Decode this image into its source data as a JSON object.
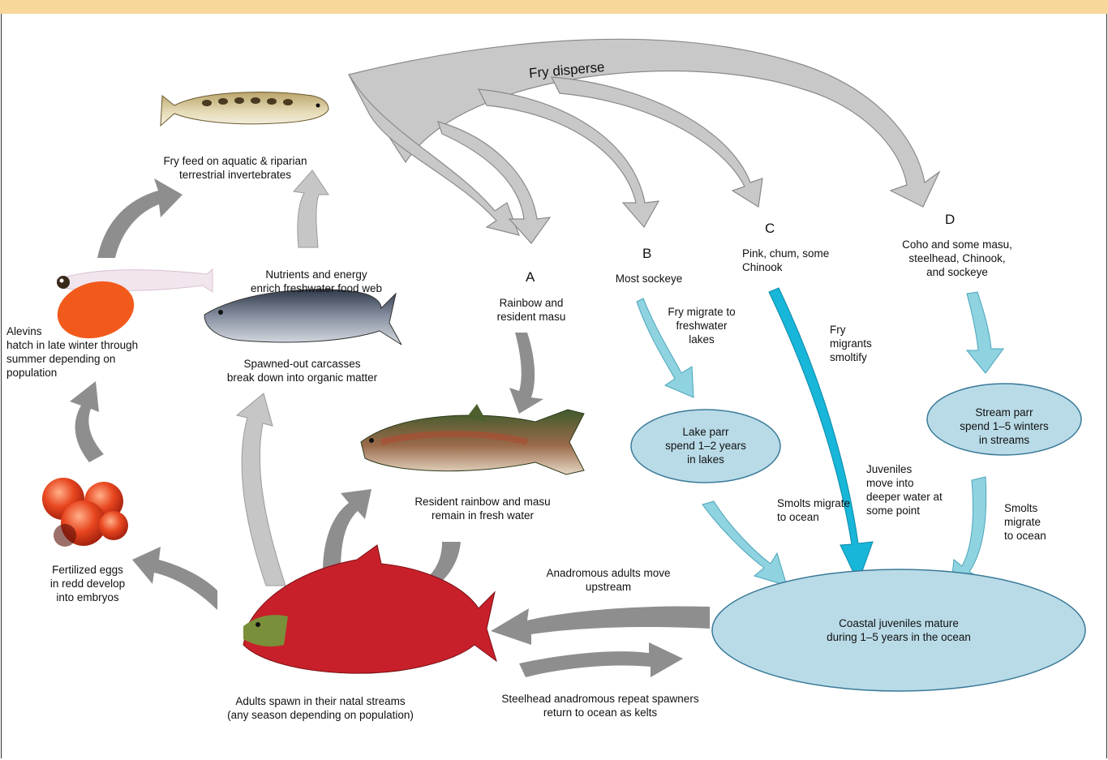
{
  "colors": {
    "top_band": "#f7d79a",
    "gray_arrow": "#a9a9a9",
    "light_gray_arrow": "#cfcfcf",
    "light_blue_arrow": "#8fd3e0",
    "bright_blue_arrow": "#18b6d8",
    "oval_fill": "#b9dbe7",
    "oval_stroke": "#3a7a98"
  },
  "labels": {
    "fry_disperse": "Fry disperse",
    "fry_feed": [
      "Fry feed on aquatic & riparian",
      "terrestrial invertebrates"
    ],
    "nutrients": [
      "Nutrients and energy",
      "enrich freshwater food web"
    ],
    "carcasses": [
      "Spawned-out carcasses",
      "break down into organic matter"
    ],
    "alevins": [
      "Alevins",
      "hatch in late winter through",
      "summer depending on",
      "population"
    ],
    "eggs": [
      "Fertilized eggs",
      "in redd develop",
      "into embryos"
    ],
    "adults": [
      "Adults spawn in their natal streams",
      "(any season depending on population)"
    ],
    "resident": [
      "Resident rainbow and masu",
      "remain in fresh water"
    ],
    "anadromous": [
      "Anadromous adults move",
      "upstream"
    ],
    "steelhead": [
      "Steelhead anadromous repeat spawners",
      "return to ocean as kelts"
    ],
    "a_letter": "A",
    "a_text": [
      "Rainbow and",
      "resident masu"
    ],
    "b_letter": "B",
    "b_text": "Most sockeye",
    "c_letter": "C",
    "c_text": [
      "Pink, chum, some",
      "Chinook"
    ],
    "d_letter": "D",
    "d_text": [
      "Coho and some masu,",
      "steelhead, Chinook,",
      "and sockeye"
    ],
    "fry_migrate_lakes": [
      "Fry migrate to",
      "freshwater",
      "lakes"
    ],
    "fry_migrants_smoltify": [
      "Fry",
      "migrants",
      "smoltify"
    ],
    "lake_parr": [
      "Lake parr",
      "spend 1–2 years",
      "in lakes"
    ],
    "stream_parr": [
      "Stream parr",
      "spend 1–5 winters",
      "in streams"
    ],
    "smolts_lake": [
      "Smolts migrate",
      "to ocean"
    ],
    "juveniles_deeper": [
      "Juveniles",
      "move into",
      "deeper water at",
      "some point"
    ],
    "smolts_stream": [
      "Smolts",
      "migrate",
      "to ocean"
    ],
    "coastal": [
      "Coastal juveniles mature",
      "during 1–5 years in the ocean"
    ]
  },
  "icons": {
    "fry": "fry-fish-icon",
    "alevin": "alevin-icon",
    "eggs": "eggs-icon",
    "carcass": "carcass-fish-icon",
    "resident": "resident-trout-icon",
    "adult": "spawning-sockeye-icon"
  }
}
